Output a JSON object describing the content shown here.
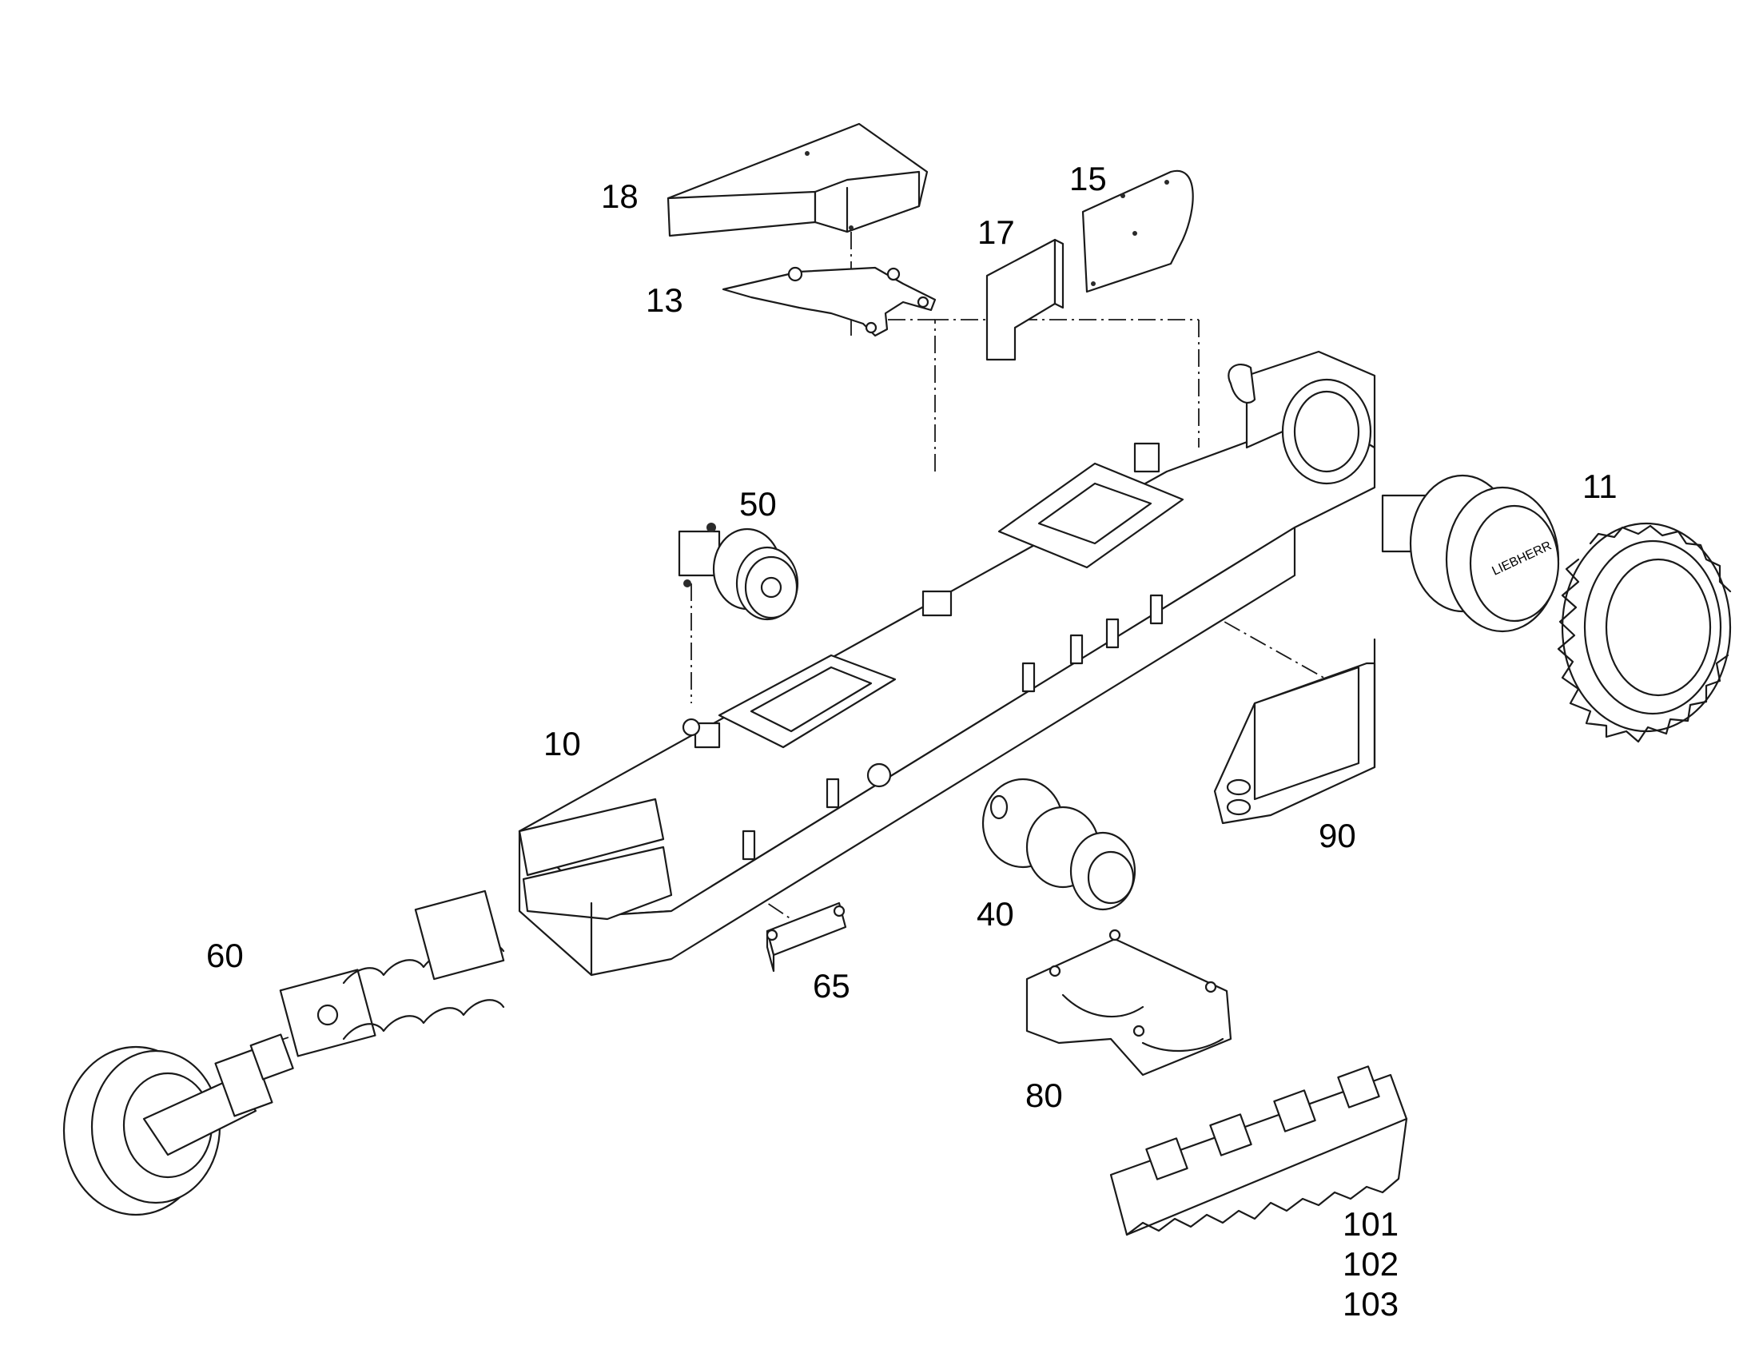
{
  "diagram": {
    "type": "exploded parts drawing",
    "callouts": [
      {
        "id": "c18",
        "text": "18"
      },
      {
        "id": "c13",
        "text": "13"
      },
      {
        "id": "c17",
        "text": "17"
      },
      {
        "id": "c15",
        "text": "15"
      },
      {
        "id": "c50",
        "text": "50"
      },
      {
        "id": "c11",
        "text": "11"
      },
      {
        "id": "c10",
        "text": "10"
      },
      {
        "id": "c90",
        "text": "90"
      },
      {
        "id": "c40",
        "text": "40"
      },
      {
        "id": "c60",
        "text": "60"
      },
      {
        "id": "c65",
        "text": "65"
      },
      {
        "id": "c80",
        "text": "80"
      },
      {
        "id": "c101",
        "text": "101"
      },
      {
        "id": "c102",
        "text": "102"
      },
      {
        "id": "c103",
        "text": "103"
      }
    ]
  }
}
